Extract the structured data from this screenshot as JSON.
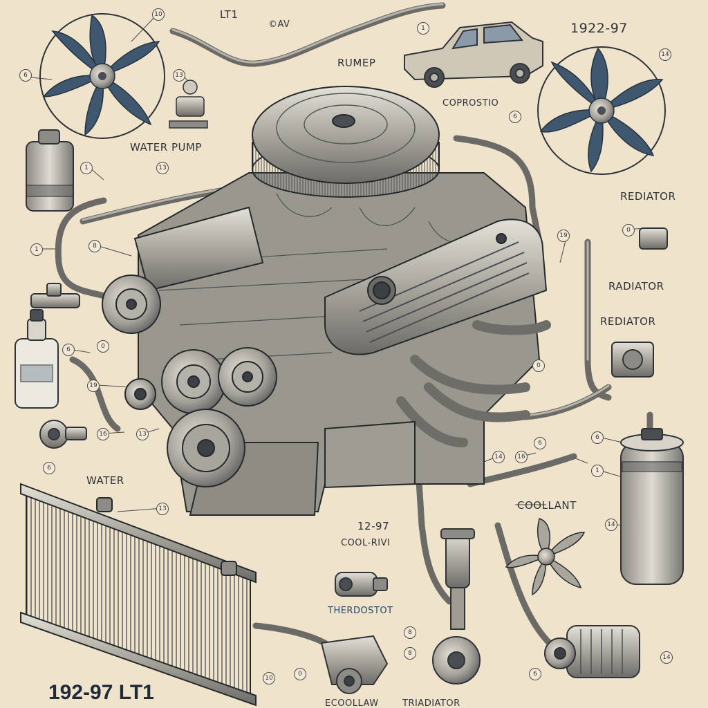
{
  "labels": {
    "title_small": "LT1",
    "title_small_mark": "©AV",
    "date_top": "1922-97",
    "pump": "RUMEP",
    "corrosion": "COPROSTIO",
    "water_pump": "WATER PUMP",
    "radiator_1": "REDIATOR",
    "radiator_2": "RADIATOR",
    "radiator_3": "REDIATOR",
    "water": "WATER",
    "coolant": "COOLLANT",
    "cool_date": "12-97",
    "cool_rivi": "COOL-RIVI",
    "thermostat": "THERDOSTOT",
    "bottom_title": "192-97 LT1",
    "bottom_left": "ECOOLLAW",
    "bottom_right": "TRIADIATOR"
  },
  "callouts": {
    "c1": "10",
    "c2": "1",
    "c3": "14",
    "c4": "13",
    "c5": "6",
    "c6": "1",
    "c7": "13",
    "c8": "6",
    "c9": "0",
    "c10": "1",
    "c11": "19",
    "c12": "8",
    "c13": "6",
    "c14": "0",
    "c15": "19",
    "c16": "16",
    "c17": "13",
    "c18": "0",
    "c19": "6",
    "c20": "1",
    "c21": "6",
    "c22": "14",
    "c23": "16",
    "c24": "13",
    "c25": "14",
    "c26": "6",
    "c27": "8",
    "c28": "8",
    "c29": "6",
    "c30": "14",
    "c31": "0",
    "c32": "10"
  },
  "colors": {
    "paper": "#efe3cc",
    "ink": "#2f3338",
    "fan_blue": "#3f5870",
    "metal": "#b9b6ad",
    "metal_dark": "#5a5d60"
  },
  "icons": [
    "fan-icon",
    "engine-icon",
    "air-cleaner-icon",
    "car-icon",
    "radiator-icon",
    "reservoir-icon",
    "coolant-bottle-icon",
    "water-pump-icon",
    "thermostat-icon",
    "hose-icon",
    "alternator-icon",
    "pulley-icon"
  ]
}
